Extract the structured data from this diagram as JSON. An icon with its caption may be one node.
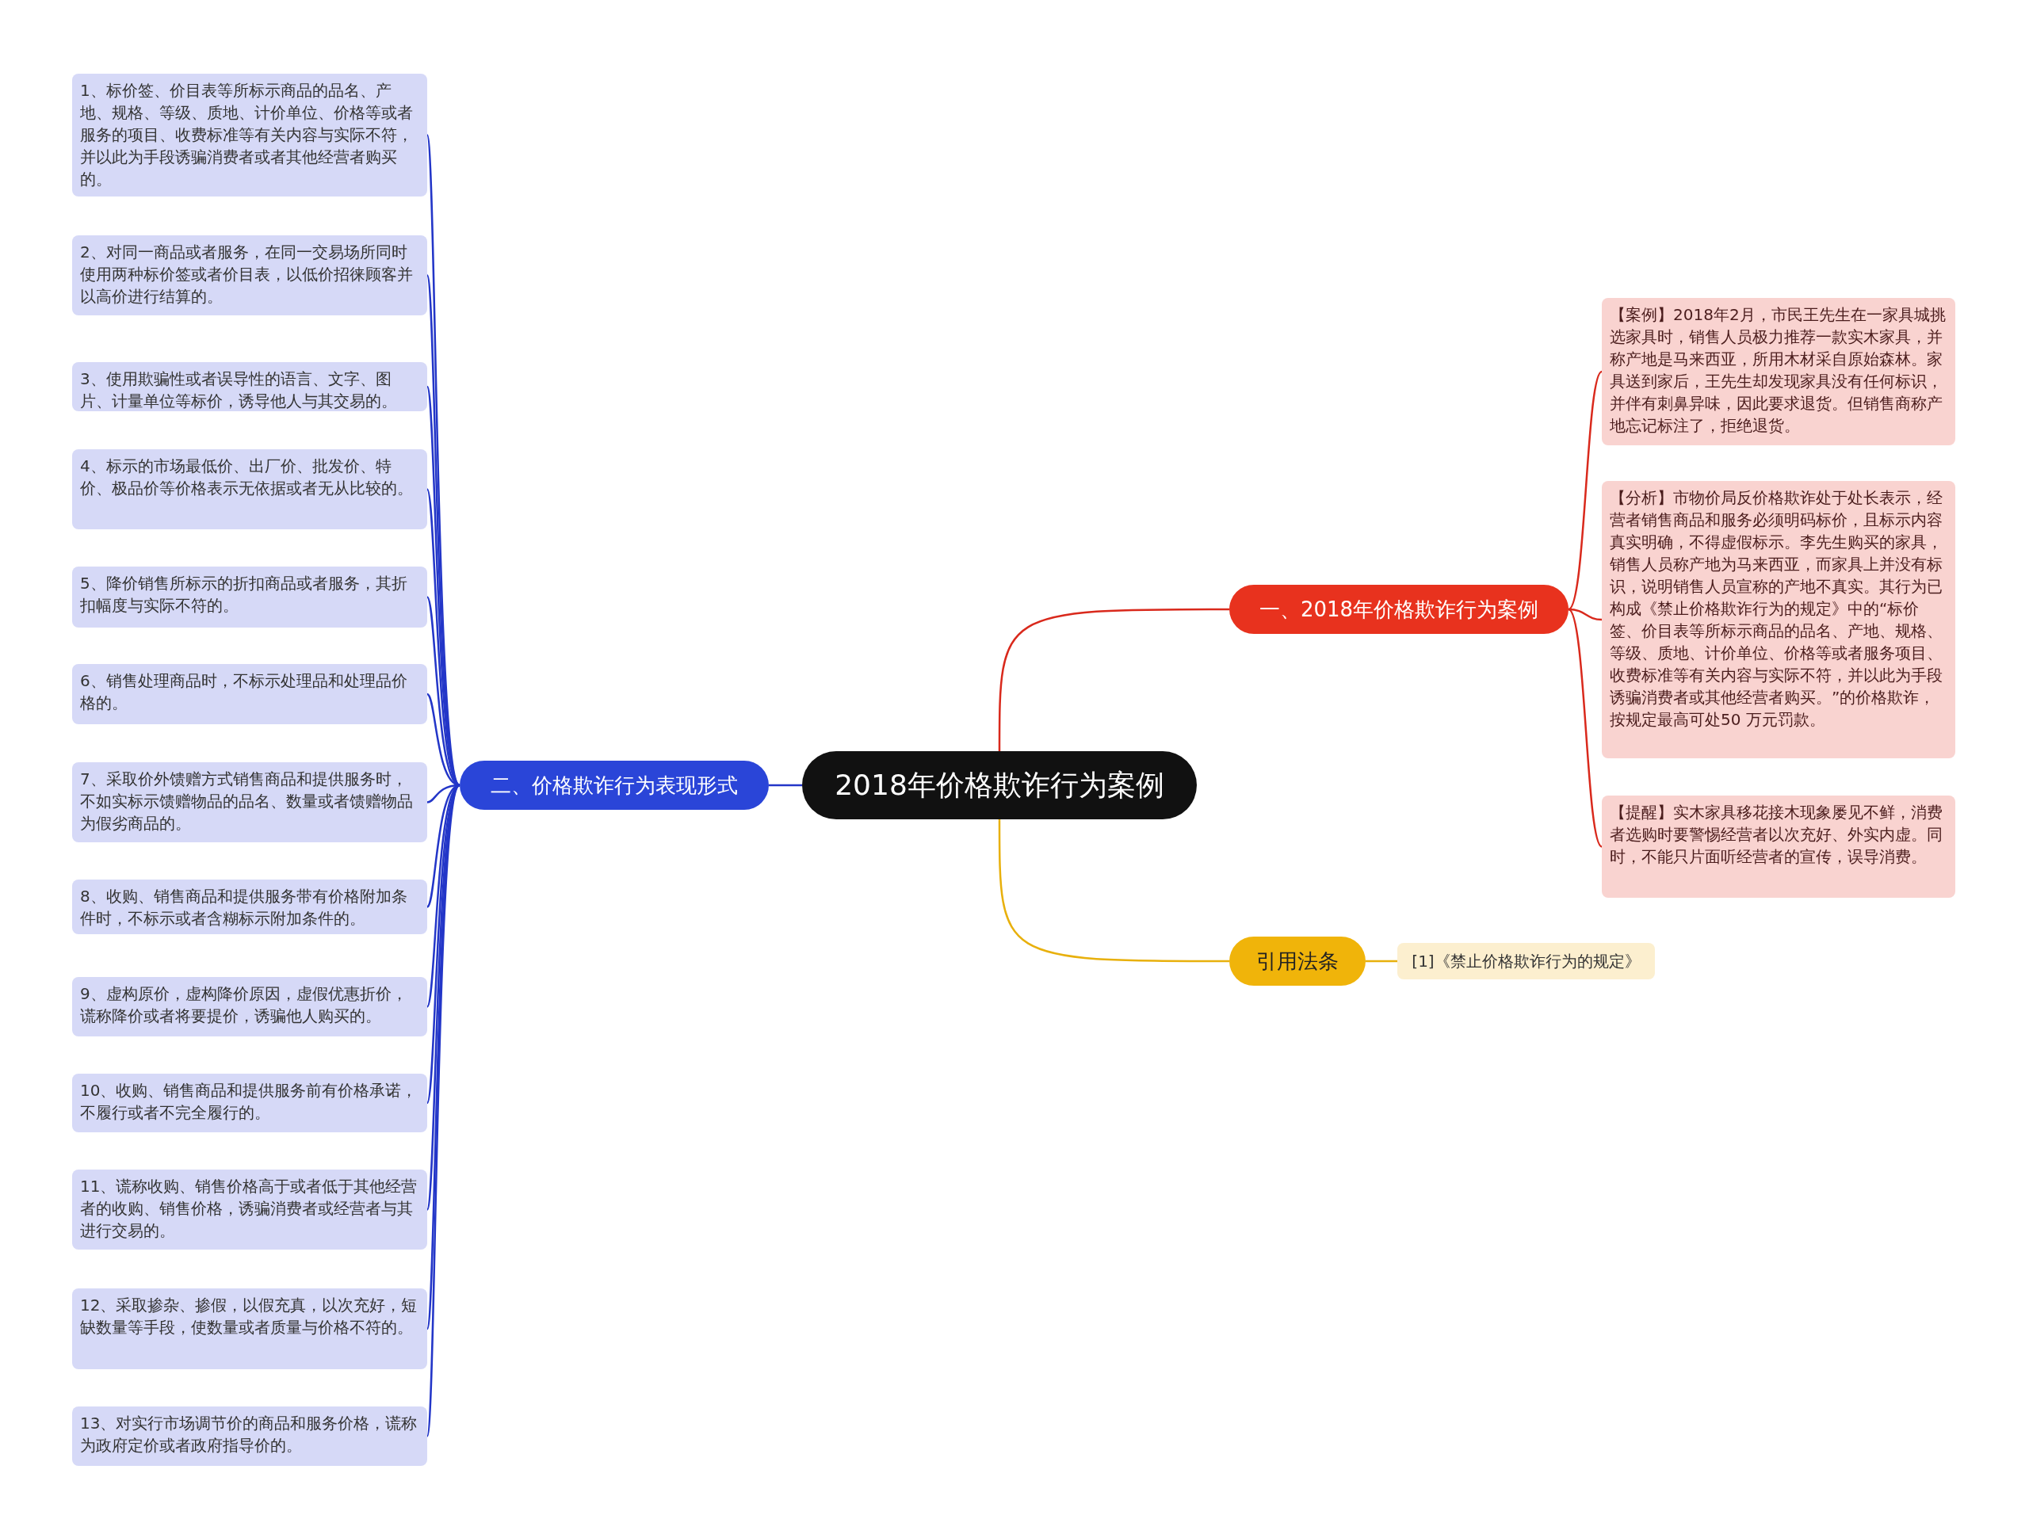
{
  "diagram": {
    "nodes": [
      {
        "text": [
          "2018年价格欺诈行为案例"
        ]
      },
      {
        "text": [
          "一、2018年价格欺诈行为案例"
        ]
      },
      {
        "text": [
          "【案例】2018年2月，市民王先生在一家具城挑选家具时，销售人员极力推荐一款实木家具，并称产地是马来西亚，所用木材采自原始森林。家具送到家后，王先生却发现家具没有任何标识，并伴有刺鼻异味，因此要求退货。但销售商称产地忘记标注了，拒绝退货。"
        ]
      },
      {
        "text": [
          "【分析】市物价局反价格欺诈处于处长表示，经营者销售商品和服务必须明码标价，且标示内容真实明确，不得虚假标示。李先生购买的家具，销售人员称产地为马来西亚，而家具上并没有标识，说明销售人员宣称的产地不真实。其行为已构成《禁止价格欺诈行为的规定》中的“标价签、价目表等所标示商品的品名、产地、规格、等级、质地、计价单位、价格等或者服务项目、收费标准等有关内容与实际不符，并以此为手段诱骗消费者或其他经营者购买。”的价格欺诈，按规定最高可处50 万元罚款。"
        ]
      },
      {
        "text": [
          "【提醒】实木家具移花接木现象屡见不鲜，消费者选购时要警惕经营者以次充好、外实内虚。同时，不能只片面听经营者的宣传，误导消费。"
        ]
      },
      {
        "text": [
          "引用法条"
        ]
      },
      {
        "text": [
          "[1]《禁止价格欺诈行为的规定》"
        ]
      },
      {
        "text": [
          "二、价格欺诈行为表现形式"
        ]
      },
      {
        "text": [
          "1、标价签、价目表等所标示商品的品名、产地、规格、等级、质地、计价单位、价格等或者服务的项目、收费标准等有关内容与实际不符，并以此为手段诱骗消费者或者其他经营者购买的。"
        ]
      },
      {
        "text": [
          "2、对同一商品或者服务，在同一交易场所同时使用两种标价签或者价目表，以低价招徕顾客并以高价进行结算的。"
        ]
      },
      {
        "text": [
          "3、使用欺骗性或者误导性的语言、文字、图片、计量单位等标价，诱导他人与其交易的。"
        ]
      },
      {
        "text": [
          "4、标示的市场最低价、出厂价、批发价、特价、极品价等价格表示无依据或者无从比较的。"
        ]
      },
      {
        "text": [
          "5、降价销售所标示的折扣商品或者服务，其折扣幅度与实际不符的。"
        ]
      },
      {
        "text": [
          "6、销售处理商品时，不标示处理品和处理品价格的。"
        ]
      },
      {
        "text": [
          "7、采取价外馈赠方式销售商品和提供服务时，不如实标示馈赠物品的品名、数量或者馈赠物品为假劣商品的。"
        ]
      },
      {
        "text": [
          "8、收购、销售商品和提供服务带有价格附加条件时，不标示或者含糊标示附加条件的。"
        ]
      },
      {
        "text": [
          "9、虚构原价，虚构降价原因，虚假优惠折价，谎称降价或者将要提价，诱骗他人购买的。"
        ]
      },
      {
        "text": [
          "10、收购、销售商品和提供服务前有价格承诺，不履行或者不完全履行的。"
        ]
      },
      {
        "text": [
          "11、谎称收购、销售价格高于或者低于其他经营者的收购、销售价格，诱骗消费者或经营者与其进行交易的。"
        ]
      },
      {
        "text": [
          "12、采取掺杂、掺假，以假充真，以次充好，短缺数量等手段，使数量或者质量与价格不符的。"
        ]
      },
      {
        "text": [
          "13、对实行市场调节价的商品和服务价格，谎称为政府定价或者政府指导价的。"
        ]
      }
    ],
    "edges": [
      {
        "from": 0,
        "to": 1,
        "arrow": "none",
        "color": "#d9291c"
      },
      {
        "from": 1,
        "to": 2,
        "arrow": "none",
        "color": "#d9291c"
      },
      {
        "from": 1,
        "to": 3,
        "arrow": "none",
        "color": "#d9291c"
      },
      {
        "from": 1,
        "to": 4,
        "arrow": "none",
        "color": "#d9291c"
      },
      {
        "from": 0,
        "to": 5,
        "arrow": "none",
        "color": "#e8b00c"
      },
      {
        "from": 5,
        "to": 6,
        "arrow": "none",
        "color": "#e8b00c"
      },
      {
        "from": 0,
        "to": 7,
        "arrow": "none"
      },
      {
        "from": 7,
        "to": 8,
        "arrow": "none"
      },
      {
        "from": 7,
        "to": 9,
        "arrow": "none"
      },
      {
        "from": 7,
        "to": 10,
        "arrow": "none"
      },
      {
        "from": 7,
        "to": 11,
        "arrow": "none"
      },
      {
        "from": 7,
        "to": 12,
        "arrow": "none"
      },
      {
        "from": 7,
        "to": 13,
        "arrow": "none"
      },
      {
        "from": 7,
        "to": 14,
        "arrow": "none"
      },
      {
        "from": 7,
        "to": 15,
        "arrow": "none"
      },
      {
        "from": 7,
        "to": 16,
        "arrow": "none"
      },
      {
        "from": 7,
        "to": 17,
        "arrow": "none"
      },
      {
        "from": 7,
        "to": 18,
        "arrow": "none"
      },
      {
        "from": 7,
        "to": 19,
        "arrow": "none"
      },
      {
        "from": 7,
        "to": 20,
        "arrow": "none"
      }
    ]
  }
}
